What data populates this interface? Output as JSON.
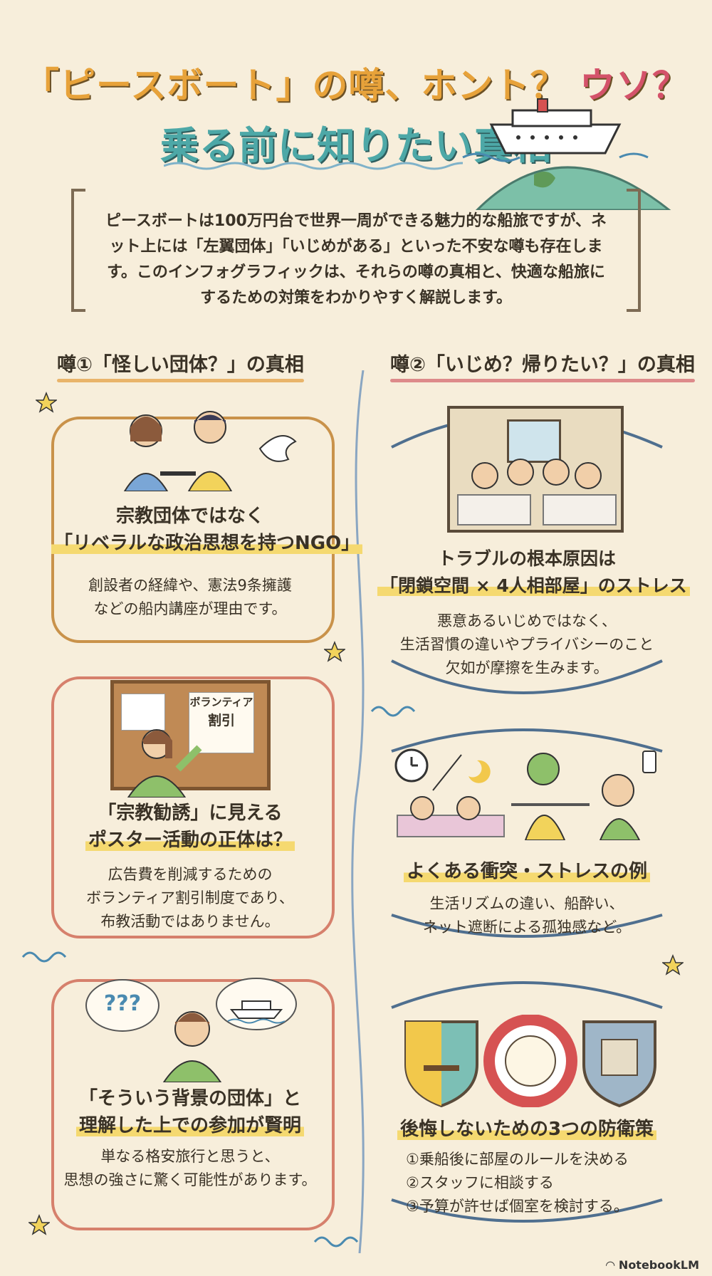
{
  "header": {
    "title_line1_a": "「ピースボート」の噂、ホント？",
    "title_line1_b": "ウソ？",
    "title_line2": "乗る前に知りたい真相"
  },
  "intro": {
    "text": "ピースボートは100万円台で世界一周ができる魅力的な船旅ですが、ネット上には「左翼団体」「いじめがある」といった不安な噂も存在します。このインフォグラフィックは、それらの噂の真相と、快適な船旅にするための対策をわかりやすく解説します。"
  },
  "left": {
    "heading": "噂①「怪しい団体？」の真相",
    "card1": {
      "title1": "宗教団体ではなく",
      "title2": "「リベラルな政治思想を持つNGO」",
      "body1": "創設者の経緯や、憲法9条擁護",
      "body2": "などの船内講座が理由です。"
    },
    "card2": {
      "poster_line1": "ボランティア",
      "poster_line2": "割引",
      "title1": "「宗教勧誘」に見える",
      "title2": "ポスター活動の正体は？",
      "body1": "広告費を削減するための",
      "body2": "ボランティア割引制度であり、",
      "body3": "布教活動ではありません。"
    },
    "card3": {
      "thought": "???",
      "title1": "「そういう背景の団体」と",
      "title2": "理解した上での参加が賢明",
      "body1": "単なる格安旅行と思うと、",
      "body2": "思想の強さに驚く可能性があります。"
    }
  },
  "right": {
    "heading": "噂②「いじめ？帰りたい？」の真相",
    "card1": {
      "title1": "トラブルの根本原因は",
      "title2": "「閉鎖空間 × 4人相部屋」のストレス",
      "body1": "悪意あるいじめではなく、",
      "body2": "生活習慣の違いやプライバシーのこと",
      "body3": "欠如が摩擦を生みます。"
    },
    "card2": {
      "title": "よくある衝突・ストレスの例",
      "body1": "生活リズムの違い、船酔い、",
      "body2": "ネット遮断による孤独感など。"
    },
    "card3": {
      "title": "後悔しないための3つの防衛策",
      "item1": "①乗船後に部屋のルールを決める",
      "item2": "②スタッフに相談する",
      "item3": "③予算が許せば個室を検討する。"
    }
  },
  "footer": {
    "brand": "NotebookLM"
  }
}
